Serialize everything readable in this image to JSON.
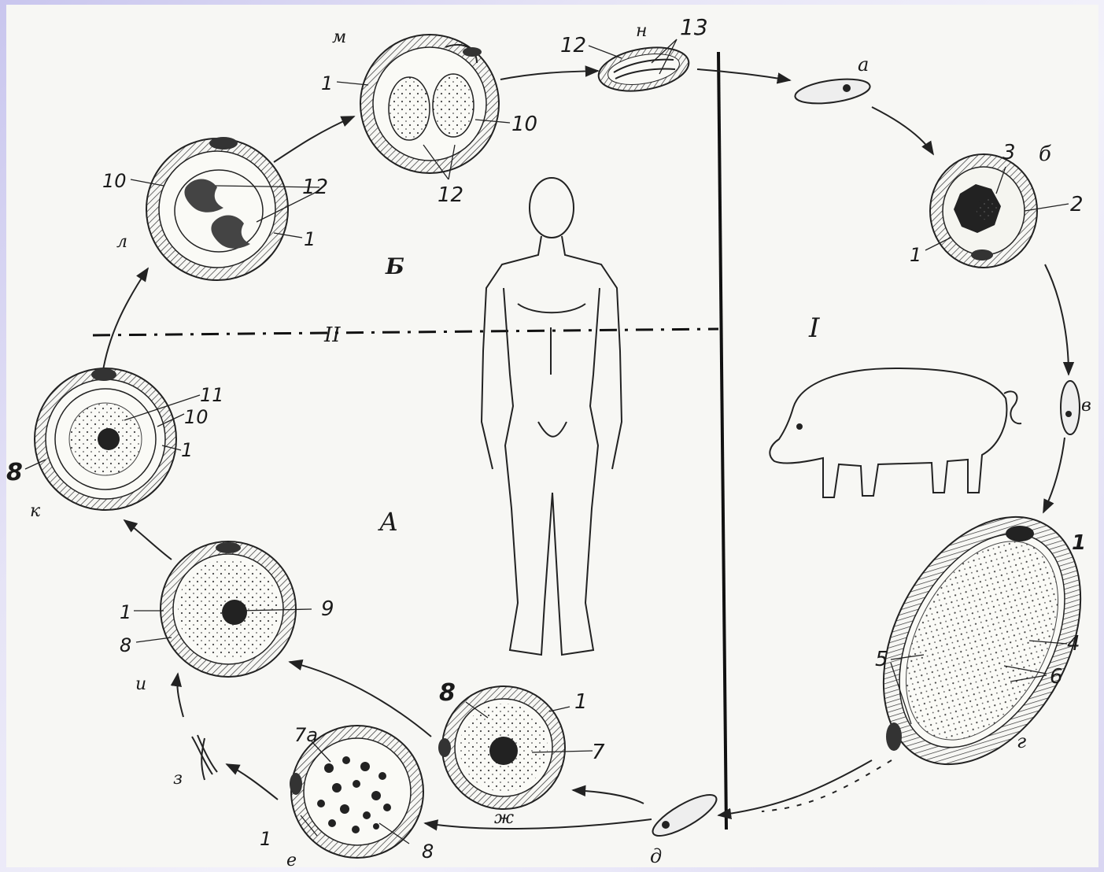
{
  "hosts": {
    "intermediate_roman": "I",
    "definitive_roman": "II",
    "section_A": "А",
    "section_B": "Б"
  },
  "stage_letters": {
    "a": "а",
    "b": "б",
    "v": "в",
    "g": "г",
    "d": "д",
    "e": "е",
    "zh": "ж",
    "z": "з",
    "i": "и",
    "k": "к",
    "l": "л",
    "m": "м",
    "n": "н"
  },
  "numbers": {
    "n1": "1",
    "n2": "2",
    "n3": "3",
    "n4": "4",
    "n5": "5",
    "n6": "6",
    "n7": "7",
    "n7a": "7а",
    "n8": "8",
    "n9": "9",
    "n10": "10",
    "n10b": "10",
    "n11": "11",
    "n12": "12",
    "n13": "13"
  }
}
